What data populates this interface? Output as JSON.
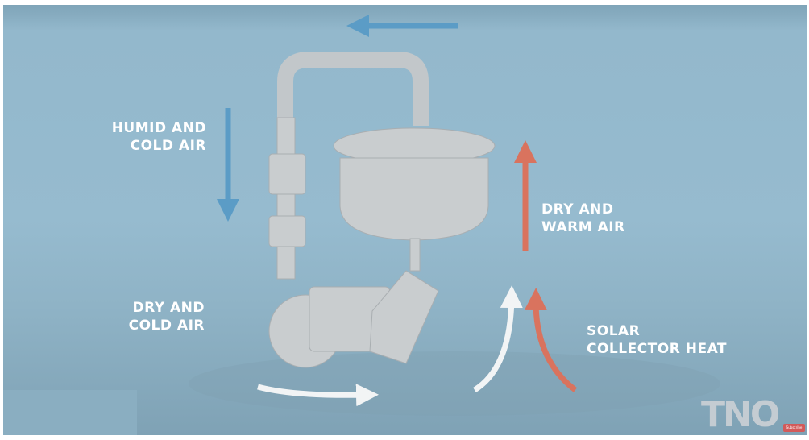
{
  "labels": {
    "humid_cold_1": "HUMID AND",
    "humid_cold_2": "COLD AIR",
    "dry_warm_1": "DRY AND",
    "dry_warm_2": "WARM AIR",
    "dry_cold_1": "DRY AND",
    "dry_cold_2": "COLD AIR",
    "solar_1": "SOLAR",
    "solar_2": "COLLECTOR HEAT"
  },
  "logo": "TNO",
  "subscribe": "Subscribe",
  "colors": {
    "blue_arrow": "#5b9cc6",
    "red_arrow": "#d9735e",
    "white_arrow": "#f2f4f5",
    "machine": "#c9cdcf"
  }
}
